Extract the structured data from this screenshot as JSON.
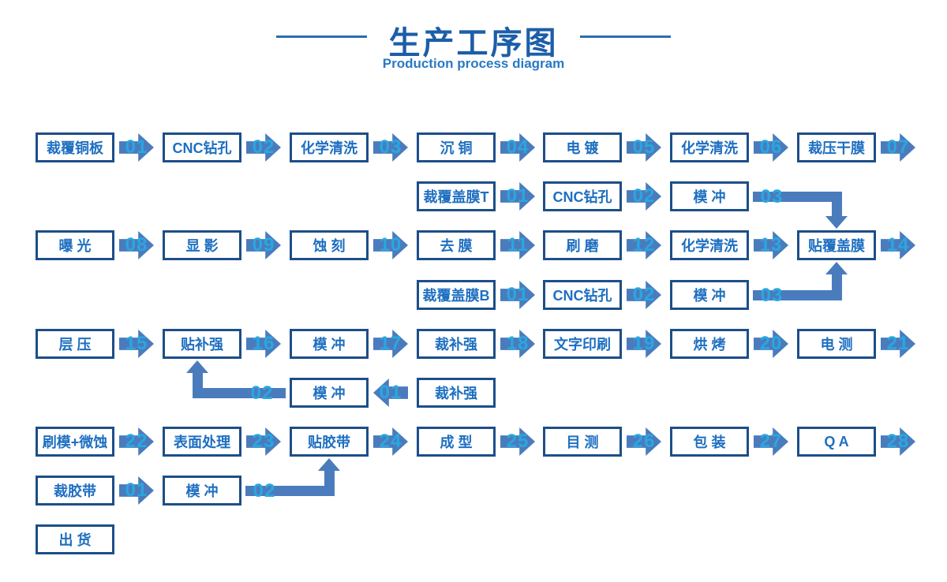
{
  "header": {
    "title": "生产工序图",
    "subtitle": "Production process diagram"
  },
  "colors": {
    "box_border": "#1d4e89",
    "box_text": "#1e6fc1",
    "arrow_fill": "#4a7cbd",
    "step_number_text": "#29a7e0",
    "title_text": "#1c5ea8"
  },
  "nodes": [
    {
      "label": "裁覆铜板",
      "col": 1,
      "row": 1
    },
    {
      "label": "CNC钻孔",
      "col": 2,
      "row": 1
    },
    {
      "label": "化学清洗",
      "col": 3,
      "row": 1
    },
    {
      "label": "沉 铜",
      "col": 4,
      "row": 1
    },
    {
      "label": "电 镀",
      "col": 5,
      "row": 1
    },
    {
      "label": "化学清洗",
      "col": 6,
      "row": 1
    },
    {
      "label": "裁压干膜",
      "col": 7,
      "row": 1
    },
    {
      "label": "裁覆盖膜T",
      "col": 4,
      "row": 2
    },
    {
      "label": "CNC钻孔",
      "col": 5,
      "row": 2
    },
    {
      "label": "模 冲",
      "col": 6,
      "row": 2
    },
    {
      "label": "曝 光",
      "col": 1,
      "row": 3
    },
    {
      "label": "显 影",
      "col": 2,
      "row": 3
    },
    {
      "label": "蚀 刻",
      "col": 3,
      "row": 3
    },
    {
      "label": "去 膜",
      "col": 4,
      "row": 3
    },
    {
      "label": "刷 磨",
      "col": 5,
      "row": 3
    },
    {
      "label": "化学清洗",
      "col": 6,
      "row": 3
    },
    {
      "label": "贴覆盖膜",
      "col": 7,
      "row": 3
    },
    {
      "label": "裁覆盖膜B",
      "col": 4,
      "row": 4
    },
    {
      "label": "CNC钻孔",
      "col": 5,
      "row": 4
    },
    {
      "label": "模 冲",
      "col": 6,
      "row": 4
    },
    {
      "label": "层 压",
      "col": 1,
      "row": 5
    },
    {
      "label": "贴补强",
      "col": 2,
      "row": 5
    },
    {
      "label": "模 冲",
      "col": 3,
      "row": 5
    },
    {
      "label": "裁补强",
      "col": 4,
      "row": 5
    },
    {
      "label": "文字印刷",
      "col": 5,
      "row": 5
    },
    {
      "label": "烘 烤",
      "col": 6,
      "row": 5
    },
    {
      "label": "电 测",
      "col": 7,
      "row": 5
    },
    {
      "label": "模 冲",
      "col": 3,
      "row": 6
    },
    {
      "label": "裁补强",
      "col": 4,
      "row": 6
    },
    {
      "label": "刷模+微蚀",
      "col": 1,
      "row": 7
    },
    {
      "label": "表面处理",
      "col": 2,
      "row": 7
    },
    {
      "label": "贴胶带",
      "col": 3,
      "row": 7
    },
    {
      "label": "成 型",
      "col": 4,
      "row": 7
    },
    {
      "label": "目 测",
      "col": 5,
      "row": 7
    },
    {
      "label": "包 装",
      "col": 6,
      "row": 7
    },
    {
      "label": "Q A",
      "col": 7,
      "row": 7
    },
    {
      "label": "裁胶带",
      "col": 1,
      "row": 8
    },
    {
      "label": "模 冲",
      "col": 2,
      "row": 8
    },
    {
      "label": "出 货",
      "col": 1,
      "row": 9
    }
  ],
  "arrows": [
    {
      "num": "01",
      "afterCol": 1,
      "row": 1,
      "dir": "right"
    },
    {
      "num": "02",
      "afterCol": 2,
      "row": 1,
      "dir": "right"
    },
    {
      "num": "03",
      "afterCol": 3,
      "row": 1,
      "dir": "right"
    },
    {
      "num": "04",
      "afterCol": 4,
      "row": 1,
      "dir": "right"
    },
    {
      "num": "05",
      "afterCol": 5,
      "row": 1,
      "dir": "right"
    },
    {
      "num": "06",
      "afterCol": 6,
      "row": 1,
      "dir": "right"
    },
    {
      "num": "07",
      "afterCol": 7,
      "row": 1,
      "dir": "right"
    },
    {
      "num": "01",
      "afterCol": 4,
      "row": 2,
      "dir": "right"
    },
    {
      "num": "02",
      "afterCol": 5,
      "row": 2,
      "dir": "right"
    },
    {
      "num": "08",
      "afterCol": 1,
      "row": 3,
      "dir": "right"
    },
    {
      "num": "09",
      "afterCol": 2,
      "row": 3,
      "dir": "right"
    },
    {
      "num": "10",
      "afterCol": 3,
      "row": 3,
      "dir": "right"
    },
    {
      "num": "11",
      "afterCol": 4,
      "row": 3,
      "dir": "right"
    },
    {
      "num": "12",
      "afterCol": 5,
      "row": 3,
      "dir": "right"
    },
    {
      "num": "13",
      "afterCol": 6,
      "row": 3,
      "dir": "right"
    },
    {
      "num": "14",
      "afterCol": 7,
      "row": 3,
      "dir": "right"
    },
    {
      "num": "01",
      "afterCol": 4,
      "row": 4,
      "dir": "right"
    },
    {
      "num": "02",
      "afterCol": 5,
      "row": 4,
      "dir": "right"
    },
    {
      "num": "15",
      "afterCol": 1,
      "row": 5,
      "dir": "right"
    },
    {
      "num": "16",
      "afterCol": 2,
      "row": 5,
      "dir": "right"
    },
    {
      "num": "17",
      "afterCol": 3,
      "row": 5,
      "dir": "right"
    },
    {
      "num": "18",
      "afterCol": 4,
      "row": 5,
      "dir": "right"
    },
    {
      "num": "19",
      "afterCol": 5,
      "row": 5,
      "dir": "right"
    },
    {
      "num": "20",
      "afterCol": 6,
      "row": 5,
      "dir": "right"
    },
    {
      "num": "21",
      "afterCol": 7,
      "row": 5,
      "dir": "right"
    },
    {
      "num": "01",
      "afterCol": 3,
      "row": 6,
      "dir": "left"
    },
    {
      "num": "22",
      "afterCol": 1,
      "row": 7,
      "dir": "right"
    },
    {
      "num": "23",
      "afterCol": 2,
      "row": 7,
      "dir": "right"
    },
    {
      "num": "24",
      "afterCol": 3,
      "row": 7,
      "dir": "right"
    },
    {
      "num": "25",
      "afterCol": 4,
      "row": 7,
      "dir": "right"
    },
    {
      "num": "26",
      "afterCol": 5,
      "row": 7,
      "dir": "right"
    },
    {
      "num": "27",
      "afterCol": 6,
      "row": 7,
      "dir": "right"
    },
    {
      "num": "28",
      "afterCol": 7,
      "row": 7,
      "dir": "right"
    },
    {
      "num": "01",
      "afterCol": 1,
      "row": 8,
      "dir": "right"
    }
  ],
  "elbows": [
    {
      "num": "03",
      "type": "right-down",
      "fromCol": 6,
      "fromRow": 2,
      "toCol": 7,
      "toRow": 3
    },
    {
      "num": "03",
      "type": "right-up",
      "fromCol": 6,
      "fromRow": 4,
      "toCol": 7,
      "toRow": 3
    },
    {
      "num": "02",
      "type": "left-up",
      "fromCol": 3,
      "fromRow": 6,
      "toCol": 2,
      "toRow": 5
    },
    {
      "num": "02",
      "type": "right-up",
      "fromCol": 2,
      "fromRow": 8,
      "toCol": 3,
      "toRow": 7
    }
  ]
}
